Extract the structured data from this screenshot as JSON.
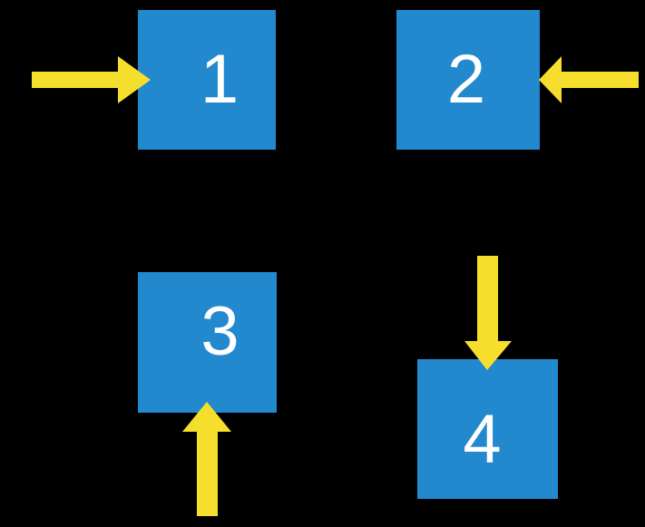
{
  "diagram": {
    "title": "Four blue numbered boxes with yellow directional arrows",
    "background_color": "#000000",
    "box_color": "#2389ce",
    "arrow_color": "#f6df2c",
    "label_color": "#ffffff",
    "nodes": [
      {
        "id": "box-1",
        "label": "1"
      },
      {
        "id": "box-2",
        "label": "2"
      },
      {
        "id": "box-3",
        "label": "3"
      },
      {
        "id": "box-4",
        "label": "4"
      }
    ],
    "arrows": [
      {
        "id": "arrow-into-1",
        "direction": "right",
        "target": "1"
      },
      {
        "id": "arrow-into-2",
        "direction": "left",
        "target": "2"
      },
      {
        "id": "arrow-into-3",
        "direction": "up",
        "target": "3"
      },
      {
        "id": "arrow-into-4",
        "direction": "down",
        "target": "4"
      }
    ]
  }
}
